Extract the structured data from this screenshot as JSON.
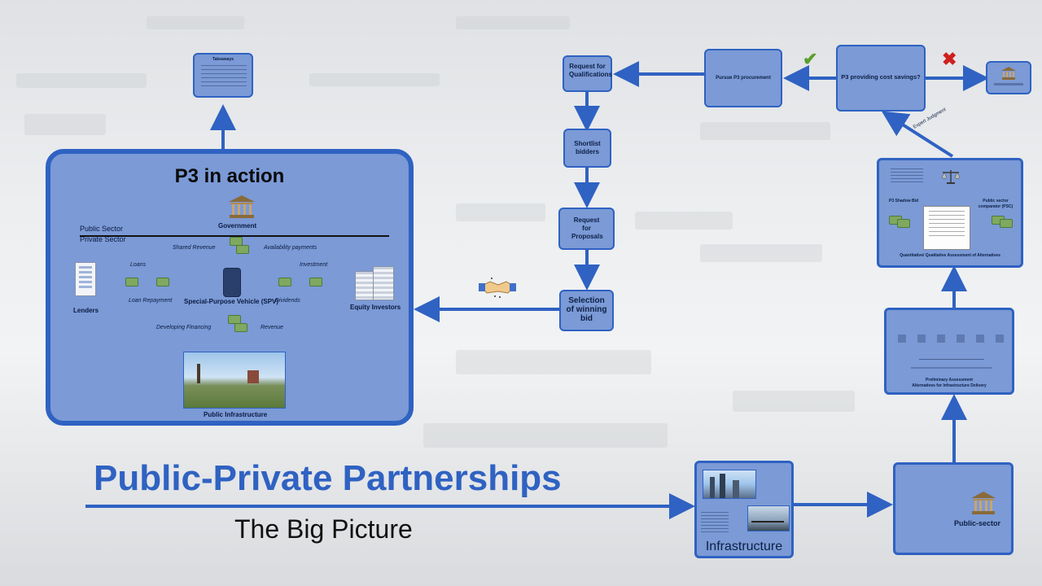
{
  "title": "Public-Private Partnerships",
  "subtitle": "The Big Picture",
  "p3_panel": {
    "title": "P3 in action",
    "public_sector": "Public Sector",
    "private_sector": "Private Sector",
    "government": "Government",
    "spv": "Special-Purpose Vehicle (SPV)",
    "lenders": "Lenders",
    "equity_investors": "Equity Investors",
    "public_infrastructure": "Public Infrastructure",
    "shared_revenue": "Shared Revenue",
    "availability_payments": "Availability payments",
    "loans": "Loans",
    "loan_repayment": "Loan Repayment",
    "investment": "Investment",
    "dividends": "Dividends",
    "developing_financing": "Developing Financing",
    "revenue": "Revenue"
  },
  "takeaways": {
    "title": "Takeaways"
  },
  "process": {
    "rfq": "Request for Qualifications",
    "shortlist": "Shortlist bidders",
    "rfp": "Request for Proposals",
    "selection": "Selection of winning bid",
    "pursue": "Pursue P3 procurement",
    "cost_savings": "P3 providing cost savings?",
    "expert_judgment": "Expert Judgment",
    "infrastructure": "Infrastructure",
    "public_sector": "Public-sector",
    "preliminary_1": "Preliminary Assessment",
    "preliminary_2": "Alternatives for Infrastructure Delivery",
    "assessment_title": "Quantitative/ Qualitative Assessment of Alternatives",
    "shadow_bid": "P3 Shadow Bid",
    "psc": "Public sector comparator (PSC)"
  },
  "colors": {
    "box_fill": "#7b9ad6",
    "border": "#2f62c2",
    "check": "#5a9e2a",
    "cross": "#d0201c"
  }
}
